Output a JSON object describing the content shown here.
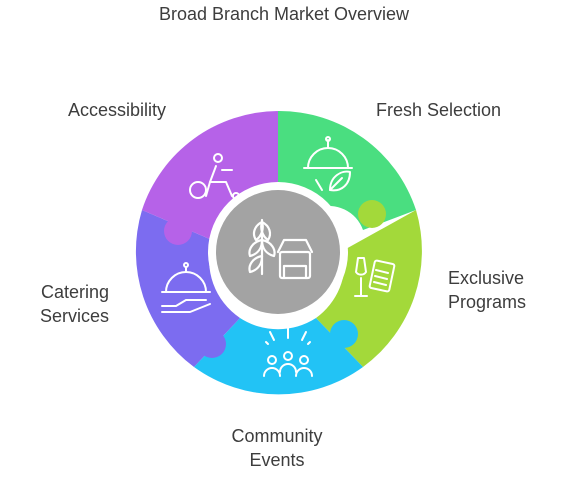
{
  "title": "Broad Branch Market Overview",
  "center": {
    "icon": "wheat-and-market-stall-icon"
  },
  "segments": [
    {
      "key": "fresh",
      "label_lines": [
        "Fresh Selection"
      ],
      "color": "#4ade80",
      "icon": "cloche-with-leaf-icon"
    },
    {
      "key": "exclusive",
      "label_lines": [
        "Exclusive",
        "Programs"
      ],
      "color": "#a3d93a",
      "icon": "wine-glass-and-document-icon"
    },
    {
      "key": "community",
      "label_lines": [
        "Community",
        "Events"
      ],
      "color": "#22c3f5",
      "icon": "people-celebrating-icon"
    },
    {
      "key": "catering",
      "label_lines": [
        "Catering",
        "Services"
      ],
      "color": "#7c6cf0",
      "icon": "serving-cloche-on-hand-icon"
    },
    {
      "key": "accessibility",
      "label_lines": [
        "Accessibility"
      ],
      "color": "#b662e8",
      "icon": "wheelchair-icon"
    }
  ],
  "center_color": "#a3a3a3"
}
